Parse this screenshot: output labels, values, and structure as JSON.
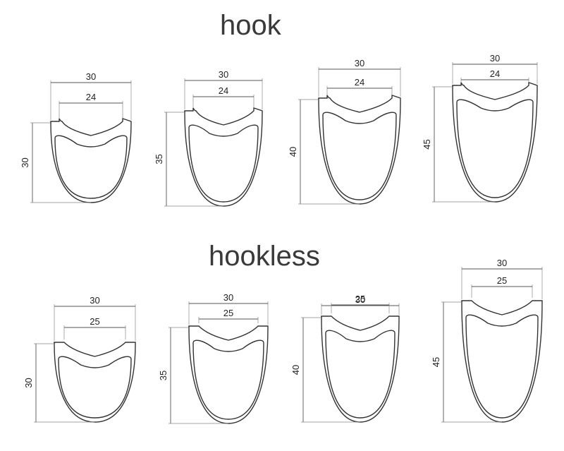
{
  "sections": {
    "hook_title": "hook",
    "hookless_title": "hookless"
  },
  "profiles": {
    "hook": [
      {
        "depth": "30",
        "outer_width": "30",
        "inner_width": "24"
      },
      {
        "depth": "35",
        "outer_width": "30",
        "inner_width": "24"
      },
      {
        "depth": "40",
        "outer_width": "30",
        "inner_width": "24"
      },
      {
        "depth": "45",
        "outer_width": "30",
        "inner_width": "24"
      }
    ],
    "hookless": [
      {
        "depth": "30",
        "outer_width": "30",
        "inner_width": "25"
      },
      {
        "depth": "35",
        "outer_width": "30",
        "inner_width": "25"
      },
      {
        "depth": "40",
        "outer_width": "30",
        "inner_width": "25"
      },
      {
        "depth": "45",
        "outer_width": "30",
        "inner_width": "25"
      }
    ]
  }
}
